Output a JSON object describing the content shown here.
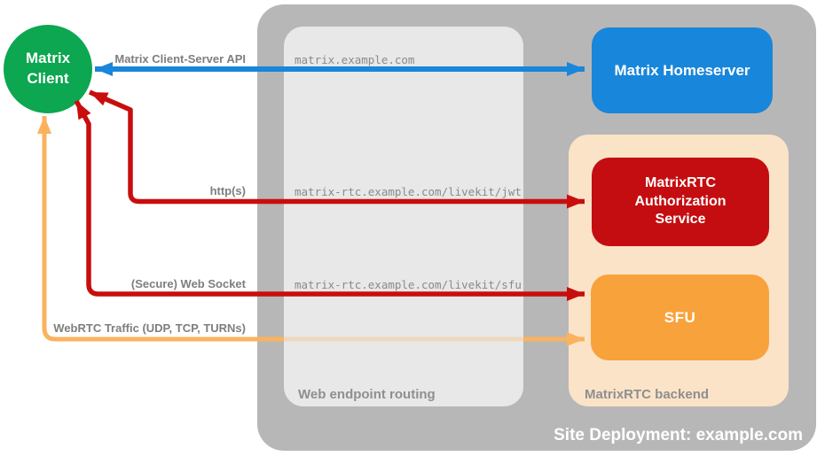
{
  "nodes": {
    "client": "Matrix Client",
    "homeserver": "Matrix Homeserver",
    "auth": "MatrixRTC Authorization Service",
    "sfu": "SFU"
  },
  "containers": {
    "web_routing": "Web endpoint routing",
    "backend": "MatrixRTC backend"
  },
  "endpoints": {
    "homeserver": "matrix.example.com",
    "jwt": "matrix-rtc.example.com/livekit/jwt",
    "sfu": "matrix-rtc.example.com/livekit/sfu"
  },
  "connections": {
    "cs_api": "Matrix Client-Server API",
    "http": "http(s)",
    "websocket": "(Secure) Web Socket",
    "webrtc": "WebRTC Traffic (UDP, TCP, TURNs)"
  },
  "footer": "Site Deployment: example.com",
  "colors": {
    "client_green": "#0ca750",
    "homeserver_blue": "#1886da",
    "auth_red": "#c40d10",
    "sfu_orange": "#f8a23c",
    "arrow_blue": "#1886da",
    "arrow_red": "#c90d0d",
    "arrow_orange": "#fbb25d",
    "outer_gray": "#b7b7b7",
    "inner_gray": "#e8e8e8",
    "backend_peach": "#fbe3c8",
    "label_gray": "#7e7e7e"
  }
}
